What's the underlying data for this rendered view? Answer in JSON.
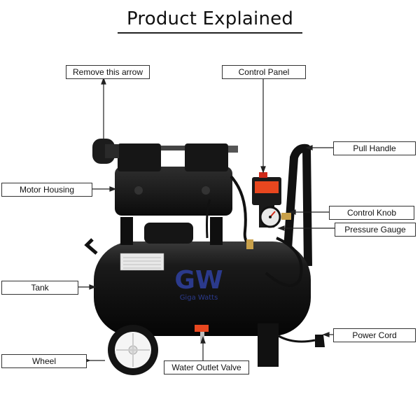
{
  "title": "Product Explained",
  "brand": {
    "logo": "GW",
    "wordmark": "Giga Watts"
  },
  "labels": {
    "remove_arrow": "Remove this arrow",
    "control_panel": "Control Panel",
    "pull_handle": "Pull Handle",
    "motor_housing": "Motor Housing",
    "control_knob": "Control Knob",
    "pressure_gauge": "Pressure Gauge",
    "tank": "Tank",
    "power_cord": "Power Cord",
    "wheel": "Wheel",
    "water_outlet_valve": "Water Outlet Valve"
  },
  "colors": {
    "body": "#141414",
    "accent": "#e8471f",
    "gauge_needle": "#d12a1a",
    "logo_blue": "#2b3a8c",
    "brass": "#c8a04a"
  }
}
